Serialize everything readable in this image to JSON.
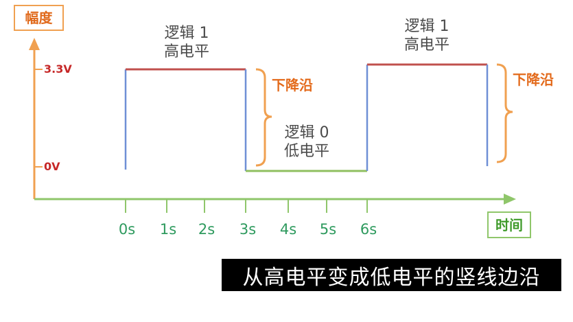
{
  "labels": {
    "amplitude": "幅度",
    "time": "时间",
    "v_high": "3.3V",
    "v_low": "0V"
  },
  "regions": {
    "high1_title": "逻辑 1",
    "high1_sub": "高电平",
    "low_title": "逻辑 0",
    "low_sub": "低电平",
    "high2_title": "逻辑 1",
    "high2_sub": "高电平"
  },
  "edges": {
    "falling1": "下降沿",
    "falling2": "下降沿"
  },
  "ticks": [
    "0s",
    "1s",
    "2s",
    "3s",
    "4s",
    "5s",
    "6s"
  ],
  "subtitle": "从高电平变成低电平的竖线边沿",
  "colors": {
    "axis_y": "#f0a050",
    "axis_x": "#8fc66a",
    "high_line": "#c0504d",
    "low_line": "#8fbf5f",
    "edge_line": "#6f8fd6",
    "brace": "#f0a050",
    "tick_text": "#2e9a5e"
  }
}
